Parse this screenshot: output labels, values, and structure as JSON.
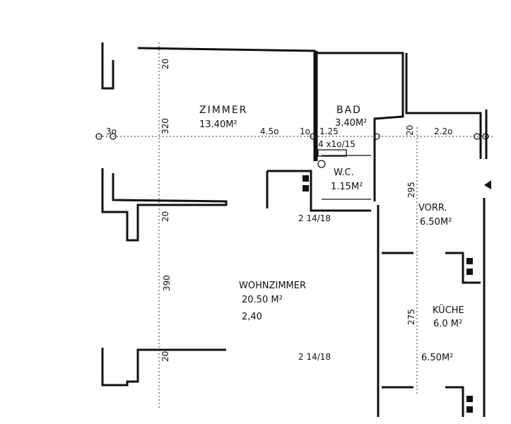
{
  "rooms": {
    "zimmer": {
      "name": "ZIMMER",
      "area": "13.40M²"
    },
    "bad": {
      "name": "BAD",
      "area": "3.40M²"
    },
    "wc": {
      "name": "W.C.",
      "area": "1.15M²"
    },
    "vorraum": {
      "name": "VORR.",
      "area": "6.50M²"
    },
    "wohnzimmer": {
      "name": "WOHNZIMMER",
      "area": "20.50 M²",
      "correction": "2,40"
    },
    "kueche": {
      "name": "KÜCHE",
      "area": "6.0 M²"
    },
    "lower_area": "6.50M²"
  },
  "dimensions": {
    "d30": "3o",
    "d320": "320",
    "d450": "4.5o",
    "d10": "1o",
    "d125": "1.25",
    "d20_right": "20",
    "d220": "2.2o",
    "d20_top": "20",
    "d20_mid": "20",
    "d390": "390",
    "d20_bottom": "20",
    "d295": "295",
    "d275": "275",
    "stair_upper": "2 14/18",
    "stair_lower": "2 14/18",
    "vent": "4 x1o/15"
  }
}
